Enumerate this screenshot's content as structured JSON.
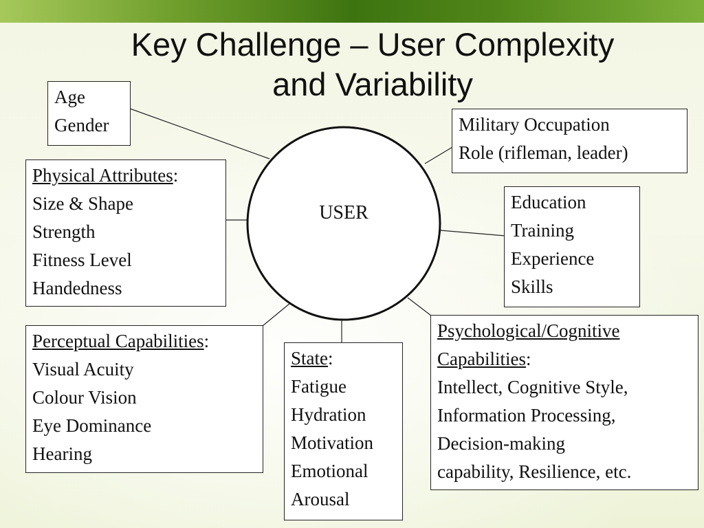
{
  "title": {
    "line1": "Key Challenge – User Complexity",
    "line2": "and Variability"
  },
  "center_label": "USER",
  "boxes": {
    "demographics": {
      "lines": [
        "Age",
        "Gender"
      ]
    },
    "occupation": {
      "lines": [
        "Military Occupation",
        "Role (rifleman, leader)"
      ]
    },
    "physical": {
      "header": "Physical Attributes",
      "suffix": ":",
      "lines": [
        "Size & Shape",
        "Strength",
        "Fitness Level",
        "Handedness"
      ]
    },
    "education": {
      "lines": [
        "Education",
        "Training",
        "Experience",
        "Skills"
      ]
    },
    "perceptual": {
      "header": "Perceptual Capabilities",
      "suffix": ":",
      "lines": [
        "Visual Acuity",
        "Colour Vision",
        "Eye Dominance",
        "Hearing"
      ]
    },
    "state": {
      "header": "State",
      "suffix": ":",
      "lines": [
        "Fatigue",
        "Hydration",
        "Motivation",
        "Emotional",
        "Arousal"
      ]
    },
    "psychological": {
      "header1": "Psychological/Cognitive",
      "header2": "Capabilities",
      "suffix": ":",
      "lines": [
        "Intellect, Cognitive Style,",
        "Information Processing,",
        "Decision-making",
        "capability, Resilience, etc."
      ]
    }
  }
}
